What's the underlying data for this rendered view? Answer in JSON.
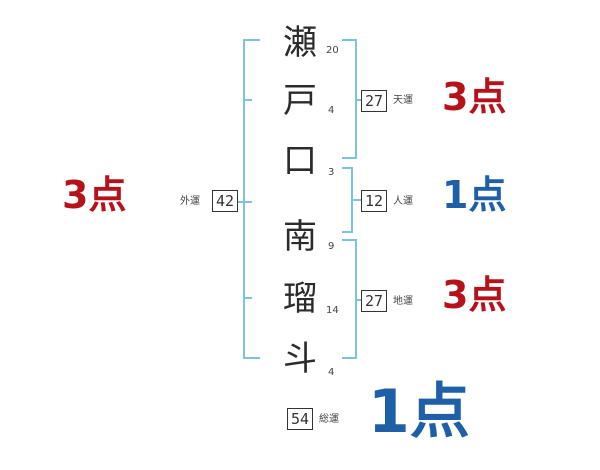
{
  "characters": [
    {
      "char": "瀬",
      "strokes": "20"
    },
    {
      "char": "戸",
      "strokes": "4"
    },
    {
      "char": "口",
      "strokes": "3"
    },
    {
      "char": "南",
      "strokes": "9"
    },
    {
      "char": "瑠",
      "strokes": "14"
    },
    {
      "char": "斗",
      "strokes": "4"
    }
  ],
  "fortunes": {
    "tenkaku": {
      "value": "27",
      "label": "天運",
      "score": "3点",
      "score_color": "#b5121b"
    },
    "jinkaku": {
      "value": "12",
      "label": "人運",
      "score": "1点",
      "score_color": "#1f5fa8"
    },
    "chikaku": {
      "value": "27",
      "label": "地運",
      "score": "3点",
      "score_color": "#b5121b"
    },
    "gaikaku": {
      "value": "42",
      "label": "外運",
      "score": "3点",
      "score_color": "#b5121b"
    },
    "soukaku": {
      "value": "54",
      "label": "総運",
      "score": "1点",
      "score_color": "#1f5fa8"
    }
  },
  "bracket_color": "#7ec3dc"
}
